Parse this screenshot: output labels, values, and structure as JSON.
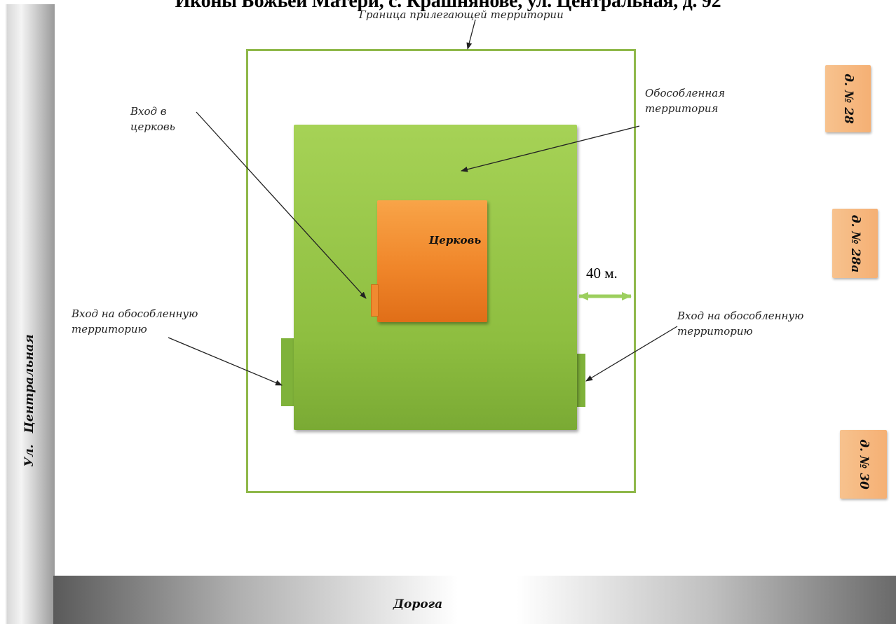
{
  "title": "Иконы Божьей Матери, с. Крашнянове, ул. Центральная, д. 92",
  "labels": {
    "boundary": "Граница прилегающей территории",
    "separated": "Обособленная\nтерритория",
    "church_entrance": "Вход в\nцерковь",
    "church": "Церковь",
    "distance": "40 м.",
    "entrance_left": "Вход на обособленную\nтерриторию",
    "entrance_right": "Вход на обособленную\nтерриторию",
    "street": "Ул.   Центральная",
    "road": "Дорога"
  },
  "houses": [
    "д. № 28",
    "д. № 28а",
    "д. № 30"
  ],
  "colors": {
    "boundary": "#8fb84a",
    "territory": "#9acd4e",
    "church": "#f0862a",
    "house": "#f7b985"
  }
}
